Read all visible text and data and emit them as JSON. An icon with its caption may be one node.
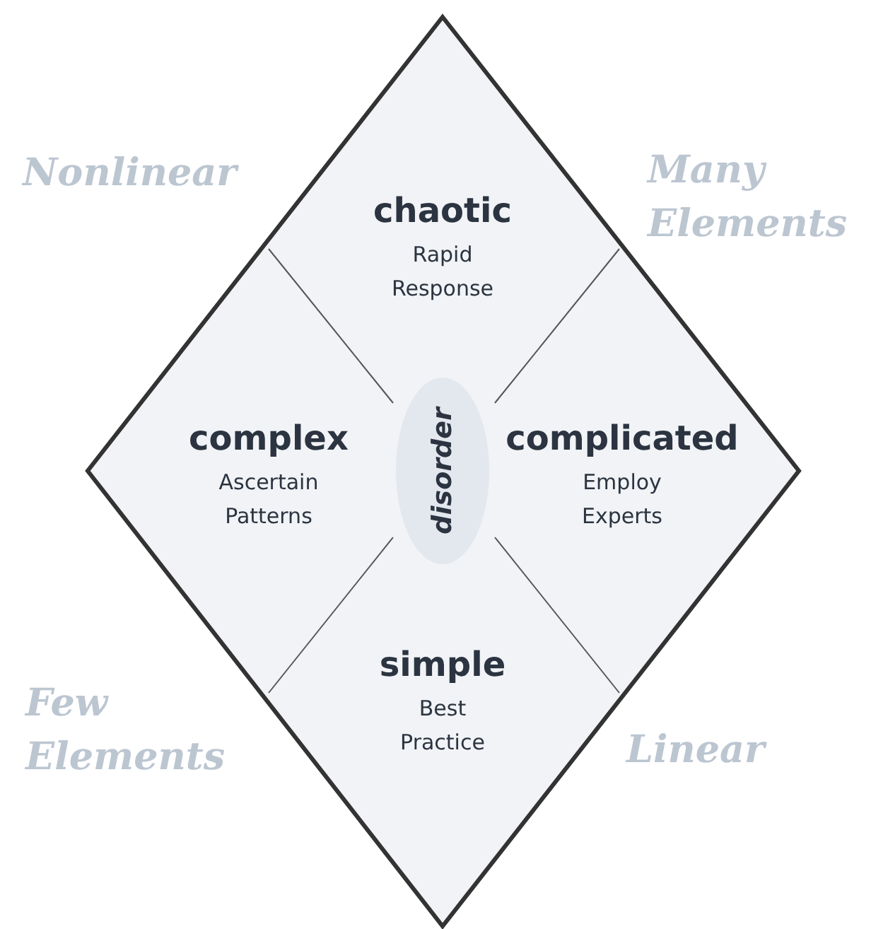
{
  "diagram": {
    "nodes": [
      {
        "text": [
          "chaotic",
          "Rapid Response"
        ]
      },
      {
        "text": [
          "complex",
          "Ascertain Patterns"
        ]
      },
      {
        "text": [
          "complicated",
          "Employ Experts"
        ]
      },
      {
        "text": [
          "simple",
          "Best Practice"
        ]
      },
      {
        "text": [
          "disorder"
        ]
      }
    ],
    "labels": [
      "Nonlinear",
      "Many Elements",
      "Few Elements",
      "Linear"
    ]
  }
}
